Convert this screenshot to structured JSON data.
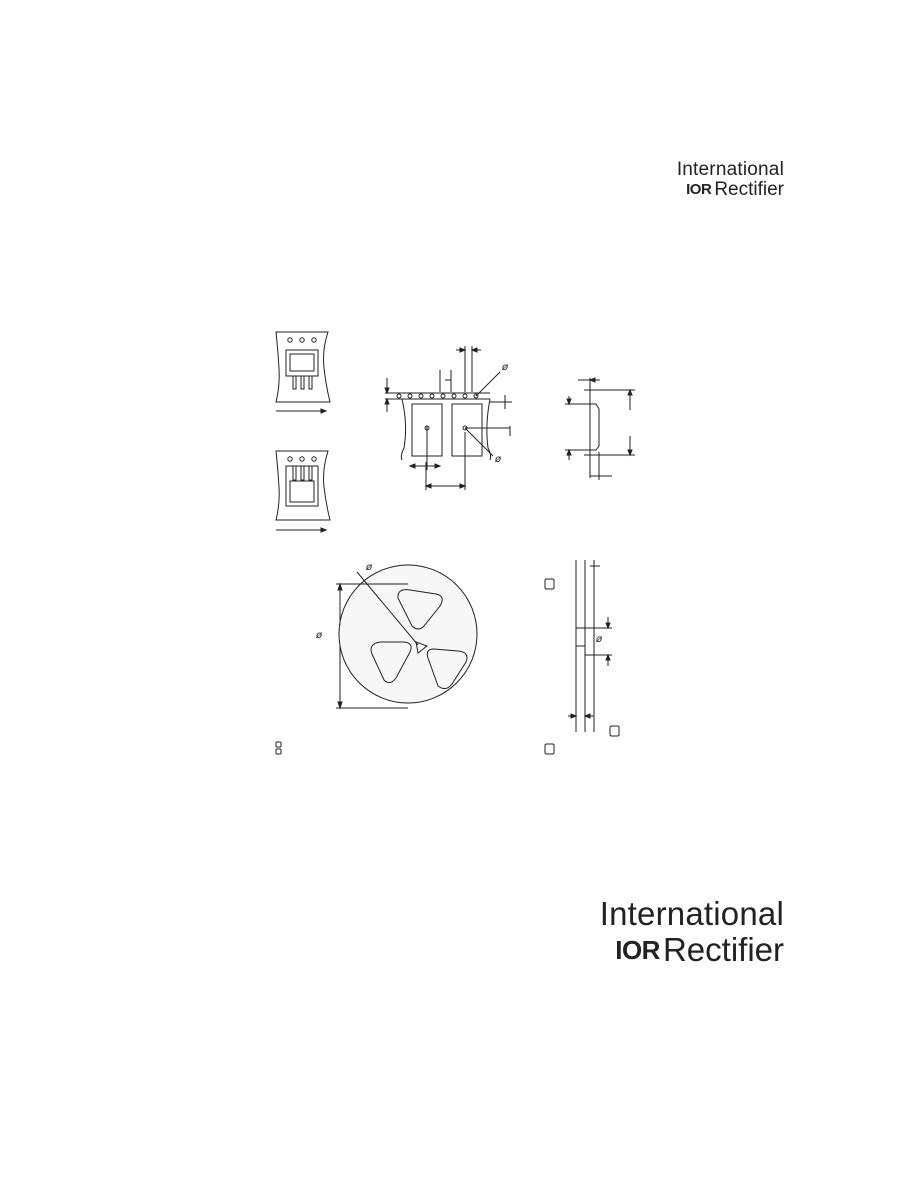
{
  "logo_top": {
    "line1": "International",
    "brand": "IOR",
    "line2": "Rectifier"
  },
  "logo_bottom": {
    "line1": "International",
    "brand": "IOR",
    "line2": "Rectifier"
  },
  "drawing": {
    "diameter_symbol": "ø",
    "stroke_color": "#222222",
    "reel_fill": "#f7f7f7"
  }
}
